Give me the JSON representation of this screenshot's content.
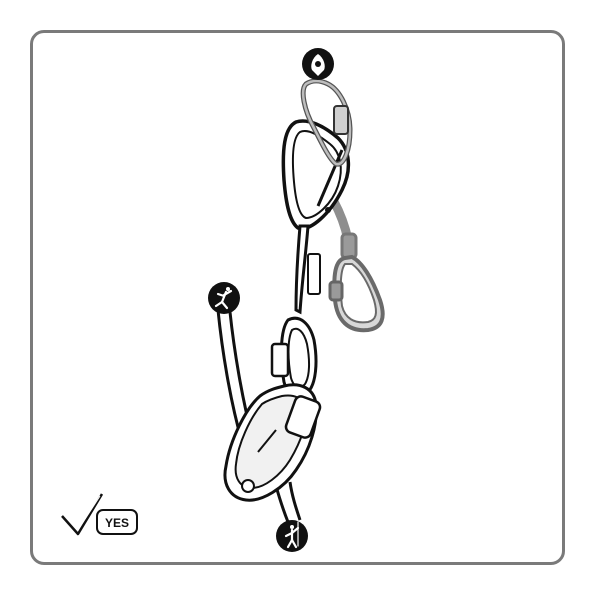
{
  "verdict": {
    "label": "YES",
    "icon": "checkmark-icon"
  },
  "markers": [
    {
      "name": "anchor-marker",
      "icon": "anchor-point-icon"
    },
    {
      "name": "climber-side-marker",
      "icon": "climber-icon"
    },
    {
      "name": "belayer-side-marker",
      "icon": "belayer-icon"
    }
  ],
  "colors": {
    "frame": "#7a7a7a",
    "line": "#111111",
    "shadow": "#9a9a9a",
    "marker_fill": "#111111"
  }
}
